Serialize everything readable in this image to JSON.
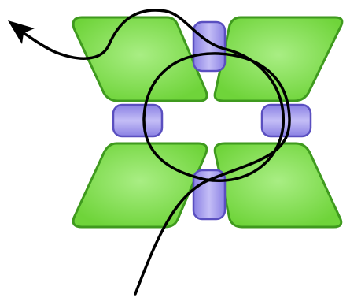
{
  "colors": {
    "background": "#ffffff",
    "leaf_fill": "#6fd43a",
    "leaf_highlight": "#a9ee84",
    "leaf_stroke": "#3f9a1e",
    "bead_fill": "#9a90ec",
    "bead_highlight": "#c4bef6",
    "bead_stroke": "#5a4fc0",
    "thread": "#000000"
  },
  "diagram": {
    "leaf_count": 4,
    "bead_count": 4,
    "thread_paths": 2,
    "arrowhead_icon": "arrowhead-icon"
  }
}
